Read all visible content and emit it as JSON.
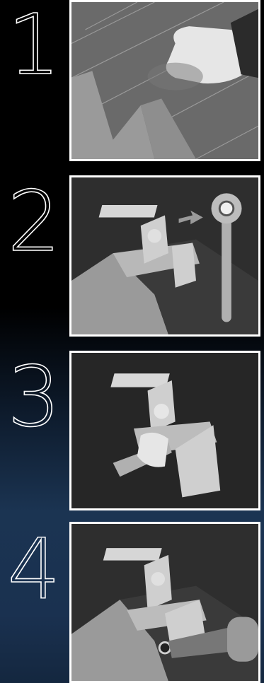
{
  "steps": [
    {
      "number": "1",
      "illustration": "hand-wiping-roof-icon"
    },
    {
      "number": "2",
      "illustration": "bracket-and-wrench-icon"
    },
    {
      "number": "3",
      "illustration": "bracket-open-clamp-icon"
    },
    {
      "number": "4",
      "illustration": "bracket-screwdriver-icon"
    }
  ],
  "colors": {
    "panel_border": "#ffffff",
    "panel_bg_dark": "#2a2a2a",
    "roof_gray": "#7a7a7a",
    "metal": "#c8c8c8",
    "background_top": "#000000",
    "background_bottom": "#1b3452"
  }
}
